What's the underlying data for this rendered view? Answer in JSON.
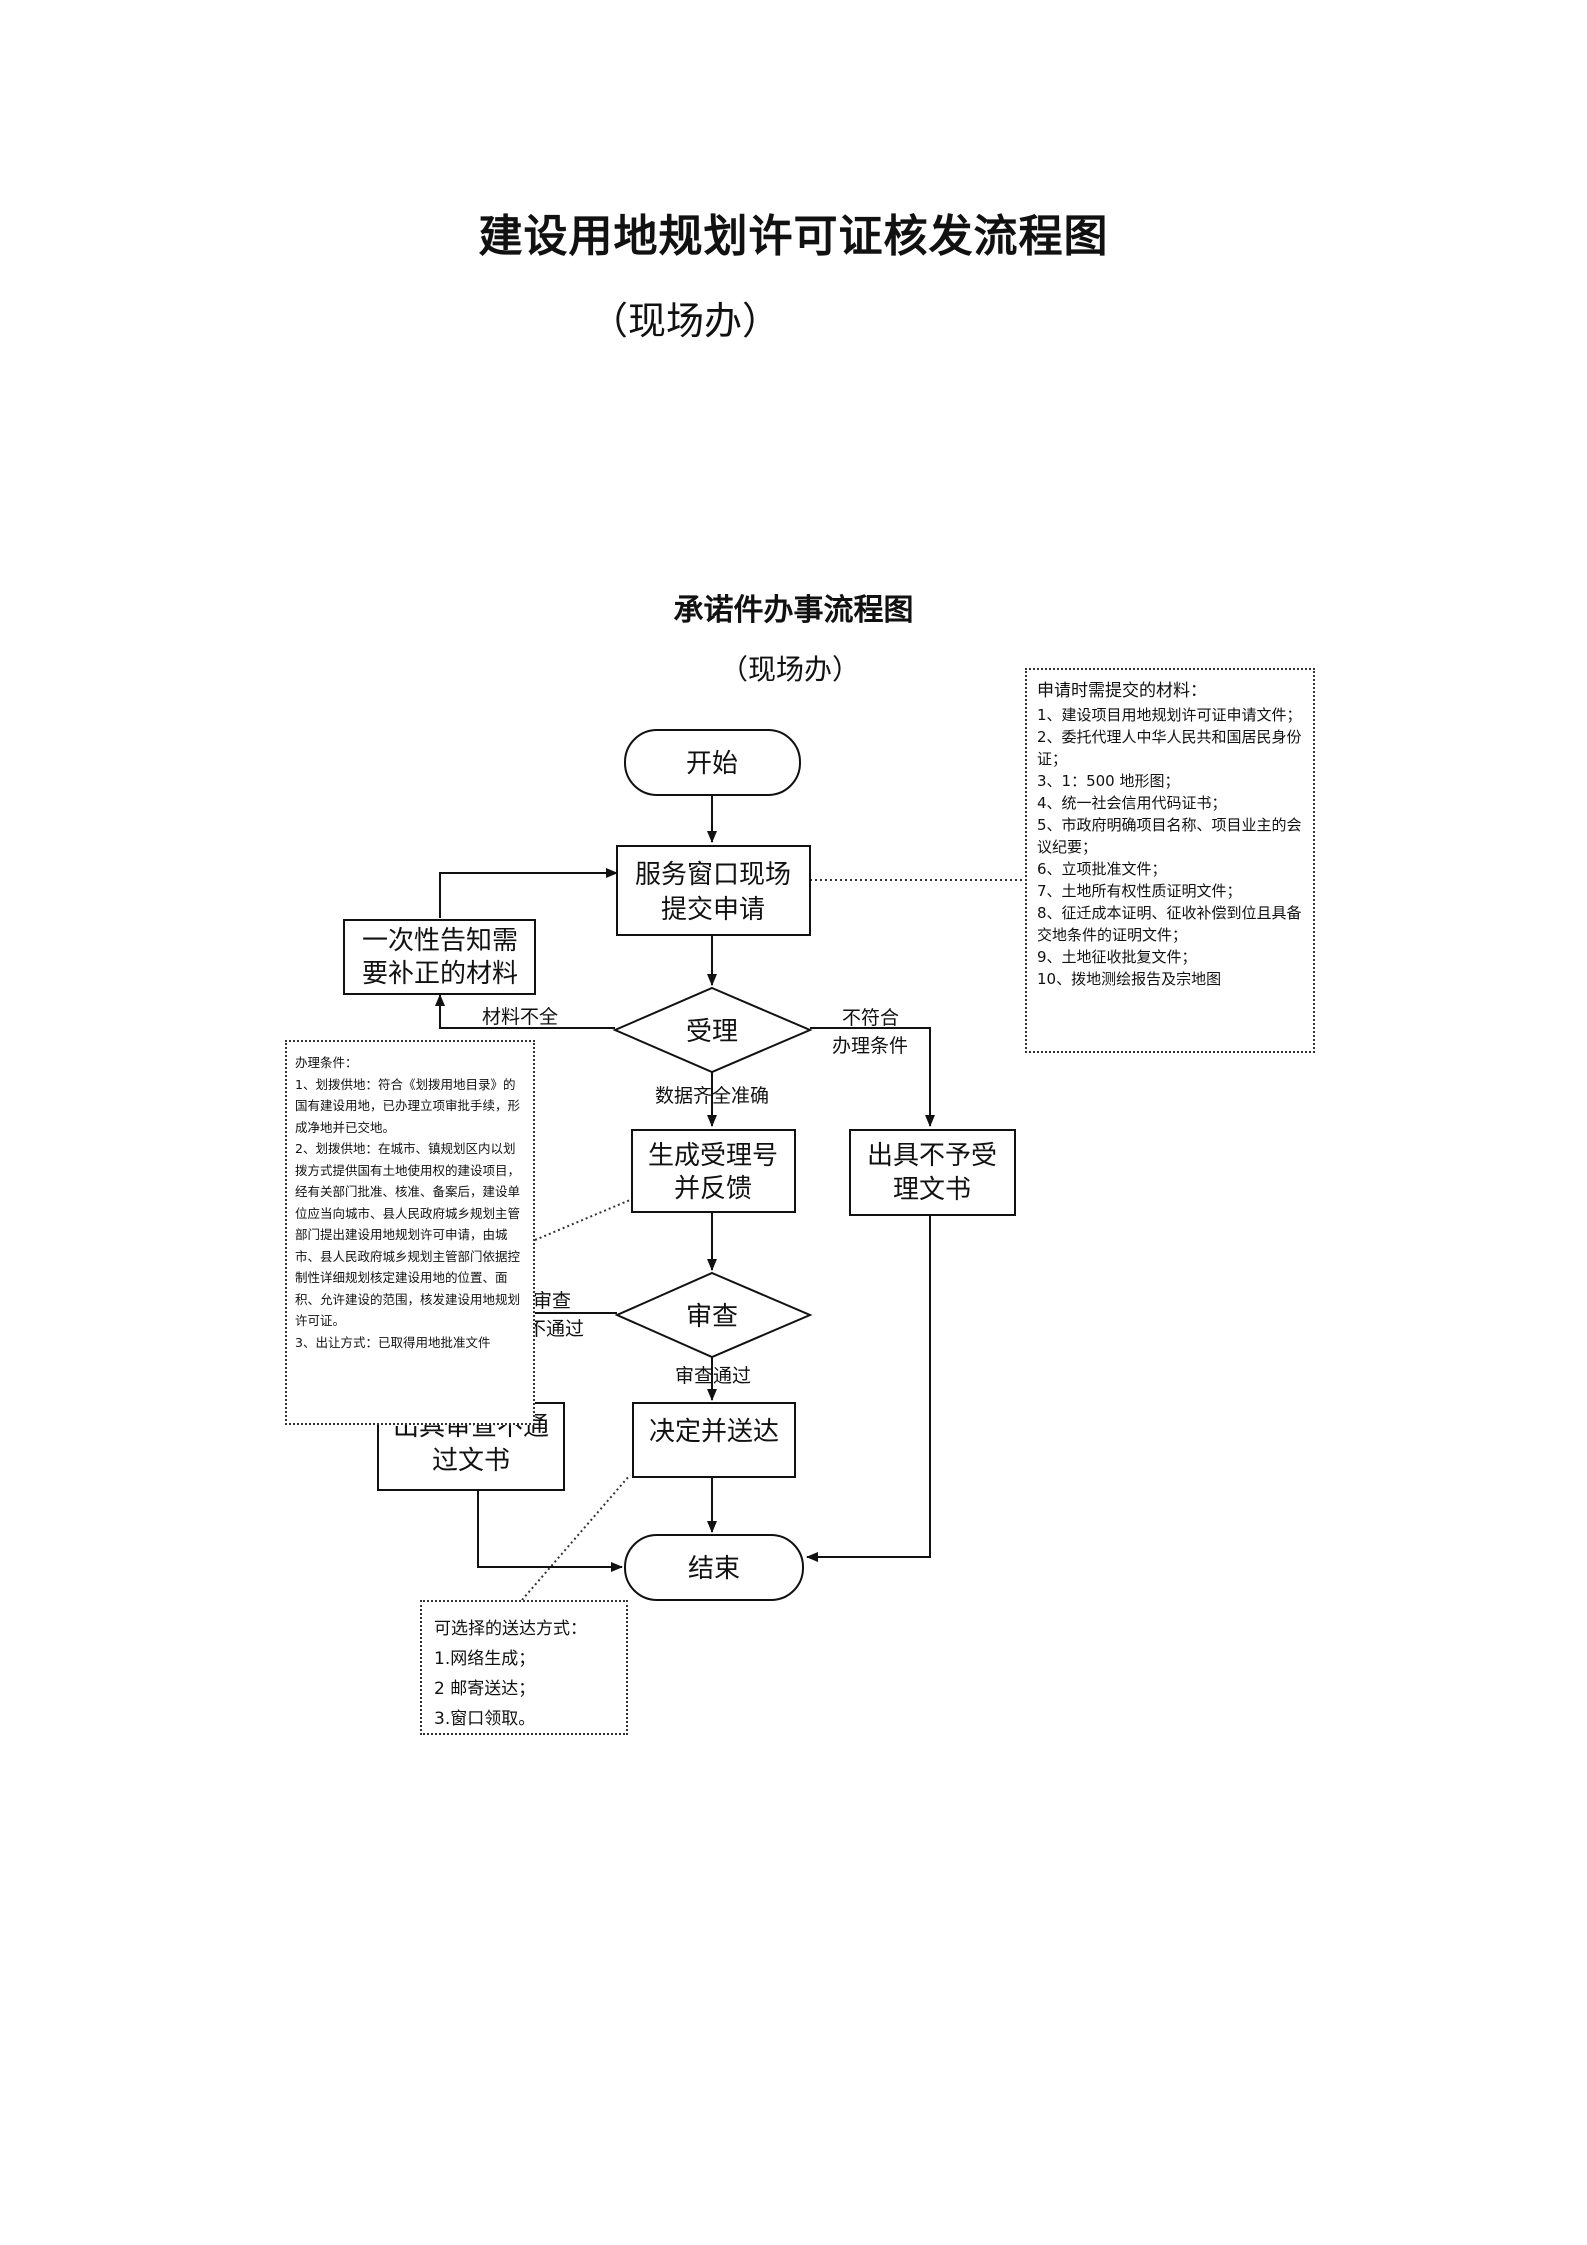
{
  "document": {
    "title": "建设用地规划许可证核发流程图",
    "subtitle": "（现场办）"
  },
  "flowchart": {
    "title": "承诺件办事流程图",
    "subtitle": "（现场办）",
    "nodes": {
      "start": "开始",
      "submit_line1": "服务窗口现场",
      "submit_line2": "提交申请",
      "supplement_line1": "一次性告知需",
      "supplement_line2": "要补正的材料",
      "accept": "受理",
      "receipt_line1": "生成受理号",
      "receipt_line2": "并反馈",
      "reject_line1": "出具不予受",
      "reject_line2": "理文书",
      "review": "审查",
      "fail_line1": "出具审查不通",
      "fail_line2": "过文书",
      "decide": "决定并送达",
      "end": "结束"
    },
    "edge_labels": {
      "incomplete": "材料不全",
      "nonconform_line1": "不符合",
      "nonconform_line2": "办理条件",
      "complete": "数据齐全准确",
      "review_fail_line1": "审查",
      "review_fail_line2": "不通过",
      "review_pass": "审查通过"
    },
    "materials_note": {
      "heading": "申请时需提交的材料：",
      "items": [
        "1、建设项目用地规划许可证申请文件；",
        "2、委托代理人中华人民共和国居民身份证；",
        "3、1：500 地形图；",
        "4、统一社会信用代码证书；",
        "5、市政府明确项目名称、项目业主的会议纪要；",
        "6、立项批准文件；",
        "7、土地所有权性质证明文件；",
        "8、征迁成本证明、征收补偿到位且具备交地条件的证明文件；",
        "9、土地征收批复文件；",
        "10、拨地测绘报告及宗地图"
      ]
    },
    "conditions_note": {
      "heading": "办理条件：",
      "items": [
        "1、划拨供地：符合《划拨用地目录》的国有建设用地，已办理立项审批手续，形成净地并已交地。",
        "2、划拨供地：在城市、镇规划区内以划拨方式提供国有土地使用权的建设项目，经有关部门批准、核准、备案后，建设单位应当向城市、县人民政府城乡规划主管部门提出建设用地规划许可申请，由城市、县人民政府城乡规划主管部门依据控制性详细规划核定建设用地的位置、面积、允许建设的范围，核发建设用地规划许可证。",
        "3、出让方式：已取得用地批准文件"
      ]
    },
    "delivery_note": {
      "heading": "可选择的送达方式：",
      "items": [
        "1.网络生成；",
        "2 邮寄送达；",
        "3.窗口领取。"
      ]
    }
  }
}
